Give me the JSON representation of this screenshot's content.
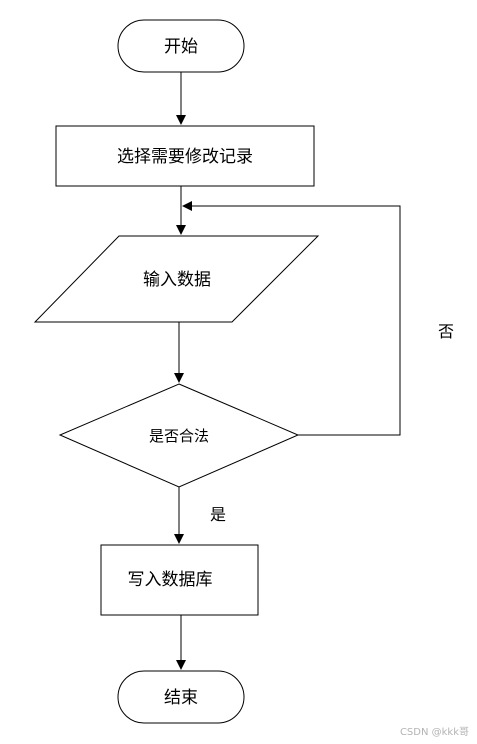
{
  "nodes": {
    "start": "开始",
    "select": "选择需要修改记录",
    "input": "输入数据",
    "check": "是否合法",
    "write": "写入数据库",
    "end": "结束"
  },
  "edges": {
    "no_label": "否",
    "yes_label": "是"
  },
  "watermark": "CSDN @kkk哥"
}
